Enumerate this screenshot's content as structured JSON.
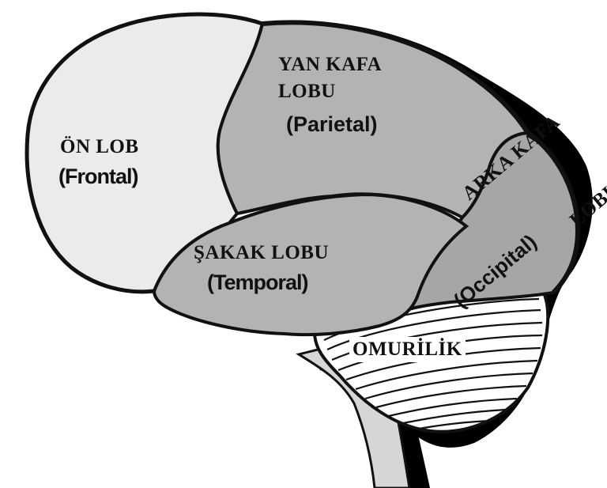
{
  "lobes": {
    "frontal": {
      "name": "ÖN LOB",
      "latin": "(Frontal)",
      "fill": "#ebebeb"
    },
    "parietal": {
      "name_line1": "YAN KAFA",
      "name_line2": "LOBU",
      "latin": "(Parietal)",
      "fill": "#b3b3b3"
    },
    "temporal": {
      "name": "ŞAKAK LOBU",
      "latin": "(Temporal)",
      "fill": "#b3b3b3"
    },
    "occipital": {
      "name_line1": "ARKA KAFA",
      "name_line2": "LOBU",
      "latin": "(Occipital)",
      "fill": "#a6a6a6"
    }
  },
  "spine": {
    "label": "OMURİLİK"
  },
  "colors": {
    "outline": "#111111",
    "shadow": "#000000",
    "background": "#ffffff"
  }
}
